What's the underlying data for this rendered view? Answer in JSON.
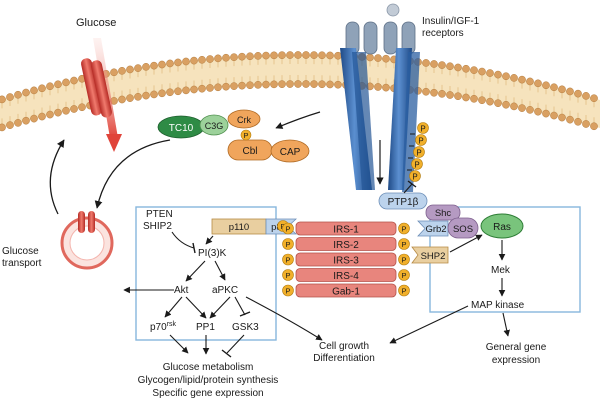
{
  "labels": {
    "glucose": "Glucose",
    "receptor_line1": "Insulin/IGF-1",
    "receptor_line2": "receptors",
    "glucose_transport_line1": "Glucose",
    "glucose_transport_line2": "transport",
    "tc10": "TC10",
    "c3g": "C3G",
    "crk": "Crk",
    "cbl": "Cbl",
    "cap": "CAP",
    "p": "P",
    "ptp1b": "PTP1β",
    "shc": "Shc",
    "grb2": "Grb2",
    "sos": "SOS",
    "ras": "Ras",
    "shp2": "SHP2",
    "pten": "PTEN",
    "ship2": "SHIP2",
    "p110": "p110",
    "p85": "p85",
    "pi3k": "PI(3)K",
    "akt": "Akt",
    "apkc": "aPKC",
    "p70rsk_base": "p70",
    "p70rsk_sup": "rsk",
    "pp1": "PP1",
    "gsk3": "GSK3",
    "mek": "Mek",
    "map_kinase": "MAP kinase",
    "general_line1": "General gene",
    "general_line2": "expression",
    "cell_growth_line1": "Cell growth",
    "cell_growth_line2": "Differentiation",
    "glucose_metabolism_line1": "Glucose metabolism",
    "glucose_metabolism_line2": "Glycogen/lipid/protein synthesis",
    "glucose_metabolism_line3": "Specific gene expression"
  },
  "irs_substrates": [
    "IRS-1",
    "IRS-2",
    "IRS-3",
    "IRS-4",
    "Gab-1"
  ],
  "colors": {
    "membrane_head": "#d9a062",
    "membrane_tail": "#f3dcae",
    "receptor": "#2e5fa3",
    "receptor_cap": "#9fb0c4",
    "glucose_transporter": "#d84a40",
    "phospho": "#f1b02b",
    "green_protein": "#2e8b45",
    "irs_bar": "#e8857d",
    "orange_protein": "#f0a55c",
    "box_border": "#87b7dd",
    "lilac_protein": "#b59ac2"
  }
}
